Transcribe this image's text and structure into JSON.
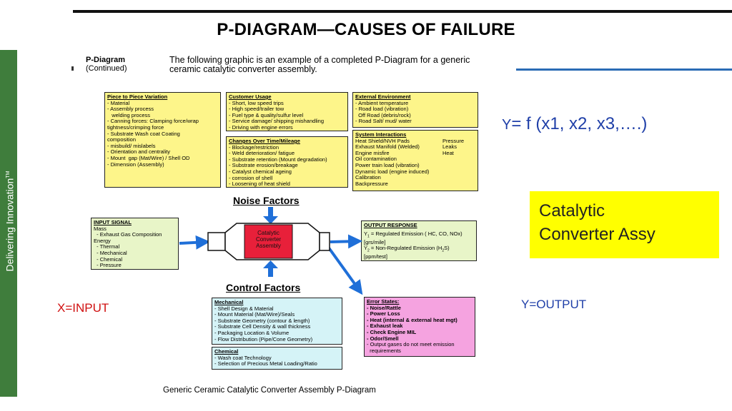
{
  "slide": {
    "title": "P-DIAGRAM—CAUSES OF FAILURE",
    "side_text": "Delivering Innovation",
    "side_text_mark": "TM"
  },
  "figure": {
    "pd_label_line1": "P-Diagram",
    "pd_label_line2": "(Continued)",
    "intro": "The following graphic is an example of a completed P-Diagram for a generic ceramic catalytic converter assembly.",
    "caption": "Generic Ceramic Catalytic Converter Assembly P-Diagram",
    "piece_variation": {
      "heading": "Piece to Piece Variation",
      "items": [
        "- Material",
        "- Assembly process",
        "   welding process",
        "- Canning forces: Clamping force/wrap",
        "tightness/crimping force",
        "- Substrate Wash coat Coating",
        "composition",
        "- misbuild/ mislabels",
        "- Orientation and centrality",
        "- Mount  gap (Mat/Wire) / Shell OD",
        "- Dimension (Assembly)"
      ]
    },
    "customer_usage": {
      "heading": "Customer Usage",
      "items": [
        "- Short, low speed trips",
        "- High speed/trailer tow",
        "- Fuel type & quality/sulfur level",
        "- Service damage/ shipping mishandling",
        "- Driving with engine errors"
      ]
    },
    "changes_over_time": {
      "heading": "Changes Over Time/Mileage",
      "items": [
        "- Blockage/restriction",
        "- Weld deterioration/ fatigue",
        "- Substrate retention (Mount degradation)",
        "- Substrate erosion/breakage",
        "- Catalyst chemical ageing",
        "- corrosion of shell",
        "- Loosening of heat shield"
      ]
    },
    "external_environment": {
      "heading": "External Environment",
      "items": [
        "- Ambient temperature",
        "- Road load (vibration)",
        "  Off Road (debris/rock)",
        "- Road Salt/ mud/ water"
      ]
    },
    "system_interactions": {
      "heading": "System Interactions",
      "col1": [
        "Heat Shield/NVH Pads",
        "Exhaust Manifold (Welded)",
        "Engine misfire",
        "Oil contamination",
        "Power train load (vibration)",
        "Dynamic load (engine induced)",
        "Calibration",
        "Backpressure"
      ],
      "col2": [
        "Pressure",
        "Leaks",
        "Heat",
        "",
        "",
        "",
        "",
        ""
      ]
    },
    "noise_factors_label": "Noise Factors",
    "control_factors_label": "Control Factors",
    "converter_label": "Catalytic Converter Assembly",
    "input_signal": {
      "heading": "INPUT SIGNAL",
      "items": [
        "Mass",
        "  - Exhaust Gas Composition",
        "Energy",
        "  - Thermal",
        "  - Mechanical",
        "  - Chemical",
        "  - Pressure"
      ]
    },
    "output_response": {
      "heading": "OUTPUT RESPONSE",
      "line1_pre": "Y",
      "line1_sub": "1",
      "line1_post": " = Regulated Emission ( HC, CO, NOx)",
      "line2": "[grs/mile]",
      "line3_pre": "Y",
      "line3_sub": "2",
      "line3_post": " = Non-Regulated Emission (H",
      "line3_sub2": "2",
      "line3_end": "S)",
      "line4": "[ppm/test]"
    },
    "mechanical": {
      "heading": "Mechanical",
      "items": [
        "- Shell Design & Material",
        "- Mount Material (Mat/Wire)/Seals",
        "- Substrate Geometry (contour & length)",
        "- Substrate Cell Density & wall thickness",
        "- Packaging Location & Volume",
        "- Flow Distribution (Pipe/Cone Geometry)"
      ]
    },
    "chemical": {
      "heading": "Chemical",
      "items": [
        "- Wash coat Technology",
        "- Selection of Precious Metal Loading/Ratio"
      ]
    },
    "error_states": {
      "heading": "Error States:",
      "items_bold": [
        "- Noise/Rattle",
        "- Power Loss",
        "- Heat (internal & external heat mgt)",
        "- Exhaust leak",
        "- Check Engine MIL",
        "- Odor/Smell"
      ],
      "items_plain": [
        "- Output gases do not meet emission",
        "  requirements"
      ]
    }
  },
  "annotations": {
    "eq_y": "Y",
    "eq_rest": "= f (x1, x2, x3,….)",
    "cc_line1": "Catalytic",
    "cc_line2": "Converter Assy",
    "x_input": "X=INPUT",
    "y_output": "Y=OUTPUT"
  },
  "colors": {
    "side_bar": "#3f7d3c",
    "equation": "#1f3fa8",
    "highlight": "#ffff00",
    "x_input": "#d01010",
    "arrow": "#1f6fd8",
    "converter": "#e8203a"
  }
}
